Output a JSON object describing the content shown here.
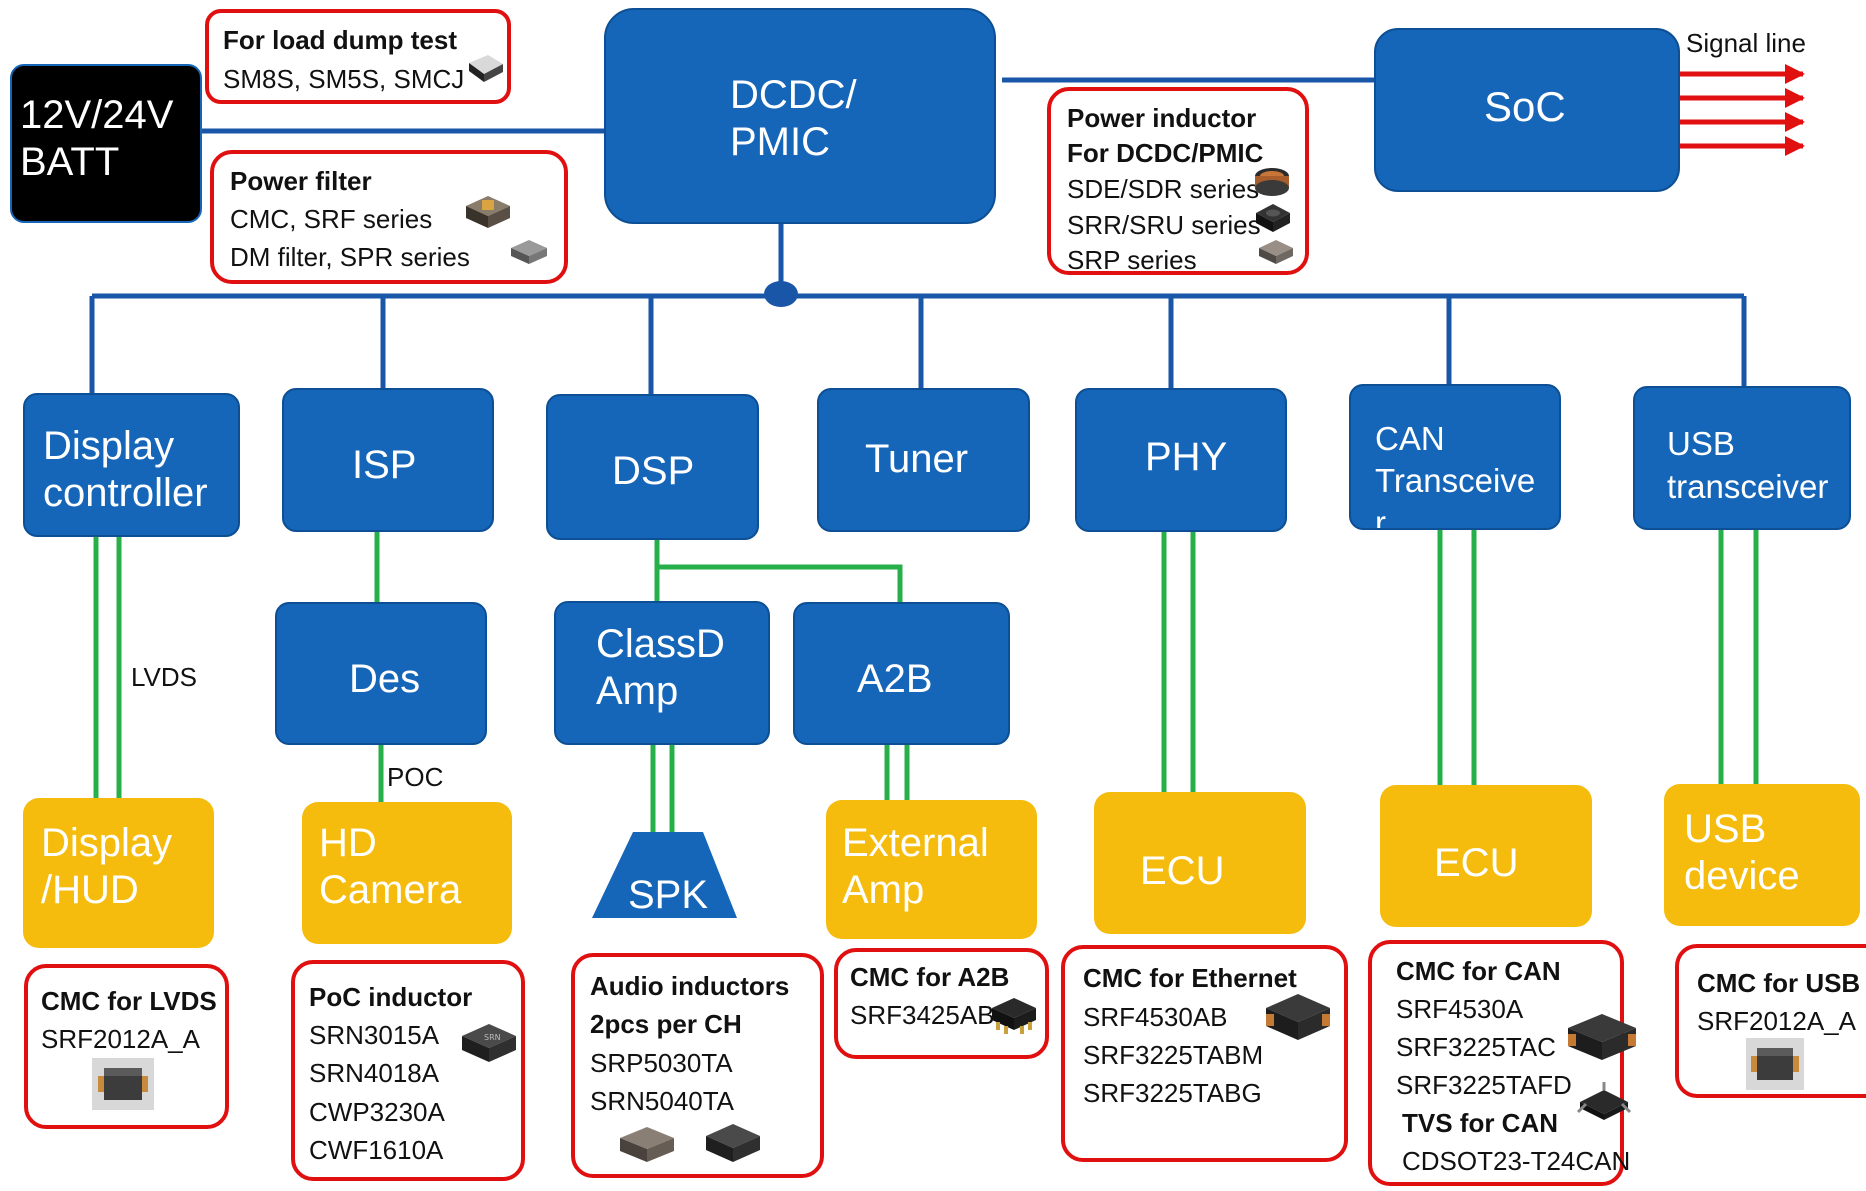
{
  "blocks": {
    "battery": "12V/24V\nBATT",
    "dcdc": "DCDC/\nPMIC",
    "soc": "SoC",
    "display_controller": "Display\ncontroller",
    "isp": "ISP",
    "dsp": "DSP",
    "tuner": "Tuner",
    "phy": "PHY",
    "can_transceiver": "CAN\nTransceive\nr",
    "usb_transceiver": "USB\ntransceiver",
    "des": "Des",
    "classd_amp": "ClassD\nAmp",
    "a2b": "A2B",
    "display_hud": "Display\n/HUD",
    "hd_camera": "HD\nCamera",
    "spk": "SPK",
    "external_amp": "External\nAmp",
    "ecu_ethernet": "ECU",
    "ecu_can": "ECU",
    "usb_device": "USB\ndevice"
  },
  "wire_labels": {
    "signal_line": "Signal line",
    "lvds": "LVDS",
    "poc": "POC"
  },
  "callouts": {
    "load_dump": {
      "title": "For load dump test",
      "lines": [
        "SM8S, SM5S, SMCJ"
      ]
    },
    "power_filter": {
      "title": "Power filter",
      "lines": [
        "CMC, SRF series",
        "DM filter, SPR series"
      ]
    },
    "power_inductor": {
      "title": "Power inductor",
      "title2": "For DCDC/PMIC",
      "lines": [
        "SDE/SDR series",
        "SRR/SRU series",
        "SRP series"
      ]
    },
    "cmc_lvds": {
      "title": "CMC for LVDS",
      "lines": [
        "SRF2012A_A"
      ]
    },
    "poc_inductor": {
      "title": "PoC  inductor",
      "lines": [
        "SRN3015A",
        "SRN4018A",
        "CWP3230A",
        "CWF1610A"
      ]
    },
    "audio_inductors": {
      "title": "Audio inductors",
      "title2": "2pcs per CH",
      "lines": [
        "SRP5030TA",
        "SRN5040TA"
      ]
    },
    "cmc_a2b": {
      "title": "CMC for A2B",
      "lines": [
        "SRF3425AB"
      ]
    },
    "cmc_ethernet": {
      "title": "CMC for Ethernet",
      "lines": [
        "SRF4530AB",
        "SRF3225TABM",
        "SRF3225TABG"
      ]
    },
    "cmc_can": {
      "title": "CMC for CAN",
      "lines": [
        "SRF4530A",
        "SRF3225TAC",
        "SRF3225TAFD"
      ],
      "title2": "TVS for CAN",
      "lines2": [
        "CDSOT23-T24CAN"
      ]
    },
    "cmc_usb": {
      "title": "CMC for USB",
      "lines": [
        "SRF2012A_A"
      ]
    }
  },
  "colors": {
    "block_blue": "#1565b8",
    "block_gold": "#f5bc0d",
    "battery_black": "#000000",
    "bus_blue": "#1a56a8",
    "signal_green": "#27b04a",
    "signal_red": "#e01010",
    "callout_border": "#e01010"
  }
}
